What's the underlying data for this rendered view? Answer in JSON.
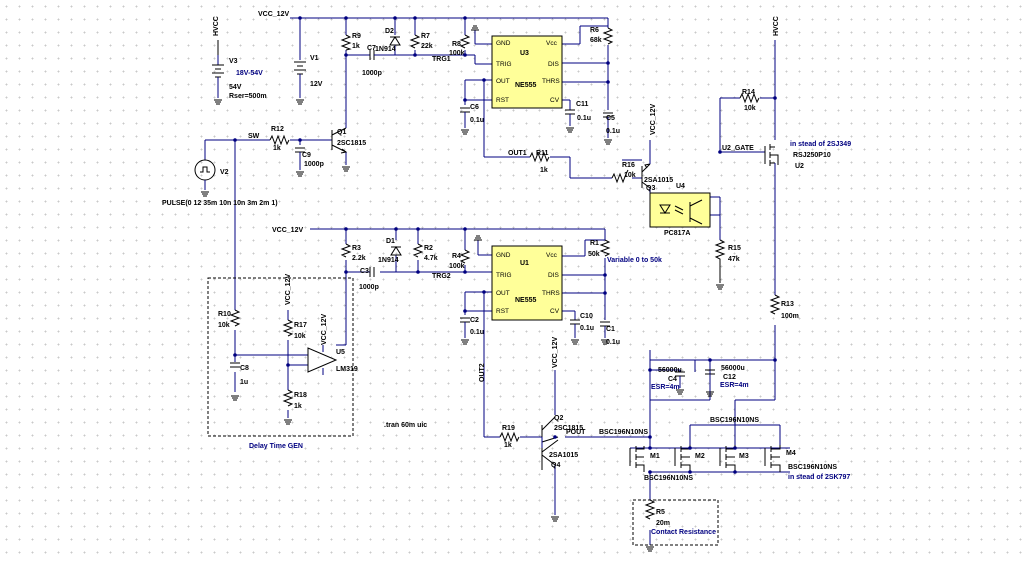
{
  "nets": {
    "vcc": "VCC_12V",
    "hvcc": "HVCC",
    "sw": "SW",
    "trg1": "TRG1",
    "trg2": "TRG2",
    "out1": "OUT1",
    "out2": "OUT2",
    "pout": "POUT",
    "u2_gate": "U2_GATE"
  },
  "sources": {
    "v3": {
      "ref": "V3",
      "value": "18V-54V",
      "v2": "54V",
      "rser": "Rser=500m"
    },
    "v1": {
      "ref": "V1",
      "value": "12V"
    },
    "v2": {
      "ref": "V2",
      "pulse": "PULSE(0 12 35m 10n 10n 3m 2m 1)"
    }
  },
  "ic": {
    "u3": {
      "ref": "U3",
      "part": "NE555"
    },
    "u1": {
      "ref": "U1",
      "part": "NE555"
    },
    "pins": {
      "gnd": "GND",
      "vcc": "Vcc",
      "trig": "TRIG",
      "dis": "DIS",
      "out": "OUT",
      "thrs": "THRS",
      "rst": "RST",
      "cv": "CV"
    },
    "u4": {
      "ref": "U4",
      "part": "PC817A"
    },
    "u5": {
      "ref": "U5",
      "part": "LM319"
    },
    "u2": {
      "ref": "U2",
      "part": "RSJ250P10",
      "note": "in stead of 2SJ349"
    }
  },
  "resistors": {
    "r9": {
      "ref": "R9",
      "value": "1k"
    },
    "r7": {
      "ref": "R7",
      "value": "22k"
    },
    "r8": {
      "ref": "R8",
      "value": "100k"
    },
    "r6": {
      "ref": "R6",
      "value": "68k"
    },
    "r12": {
      "ref": "R12",
      "value": "1k"
    },
    "r11": {
      "ref": "R11",
      "value": "1k"
    },
    "r16": {
      "ref": "R16",
      "value": "10k"
    },
    "r14": {
      "ref": "R14",
      "value": "10k"
    },
    "r15": {
      "ref": "R15",
      "value": "47k"
    },
    "r3": {
      "ref": "R3",
      "value": "2.2k"
    },
    "r2": {
      "ref": "R2",
      "value": "4.7k"
    },
    "r4": {
      "ref": "R4",
      "value": "100k"
    },
    "r1": {
      "ref": "R1",
      "value": "50k",
      "note": "Variable 0 to 50k"
    },
    "r10": {
      "ref": "R10",
      "value": "10k"
    },
    "r17": {
      "ref": "R17",
      "value": "10k"
    },
    "r18": {
      "ref": "R18",
      "value": "1k"
    },
    "r19": {
      "ref": "R19",
      "value": "1k"
    },
    "r13": {
      "ref": "R13",
      "value": "100m"
    },
    "r5": {
      "ref": "R5",
      "value": "20m",
      "note": "Contact Resistance"
    }
  },
  "capacitors": {
    "c7": {
      "ref": "C7",
      "value": "1000p"
    },
    "c9": {
      "ref": "C9",
      "value": "1000p"
    },
    "c6": {
      "ref": "C6",
      "value": "0.1u"
    },
    "c11": {
      "ref": "C11",
      "value": "0.1u"
    },
    "c5": {
      "ref": "C5",
      "value": "0.1u"
    },
    "c3": {
      "ref": "C3",
      "value": "1000p"
    },
    "c2": {
      "ref": "C2",
      "value": "0.1u"
    },
    "c10": {
      "ref": "C10",
      "value": "0.1u"
    },
    "c1": {
      "ref": "C1",
      "value": "0.1u"
    },
    "c8": {
      "ref": "C8",
      "value": "1u"
    },
    "c4": {
      "ref": "C4",
      "value": "56000u",
      "esr": "ESR=4m"
    },
    "c12": {
      "ref": "C12",
      "value": "56000u",
      "esr": "ESR=4m"
    }
  },
  "diodes": {
    "d2": {
      "ref": "D2",
      "part": "1N914"
    },
    "d1": {
      "ref": "D1",
      "part": "1N914"
    }
  },
  "transistors": {
    "q1": {
      "ref": "Q1",
      "part": "2SC1815"
    },
    "q3": {
      "ref": "Q3",
      "part": "2SA1015"
    },
    "q2": {
      "ref": "Q2",
      "part": "2SC1815"
    },
    "q4": {
      "ref": "Q4",
      "part": "2SA1015"
    },
    "m1": {
      "ref": "M1",
      "part": "BSC196N10NS",
      "part2": "BSC196N10NS"
    },
    "m2": {
      "ref": "M2",
      "part": "BSC196N10NS"
    },
    "m3": {
      "ref": "M3",
      "part": "BSC196N10NS"
    },
    "m4": {
      "ref": "M4",
      "part": "BSC196N10NS",
      "note": "in stead of 2SK797"
    }
  },
  "notes": {
    "tran": ".tran 60m uic",
    "delay_gen": "Delay Time GEN"
  }
}
